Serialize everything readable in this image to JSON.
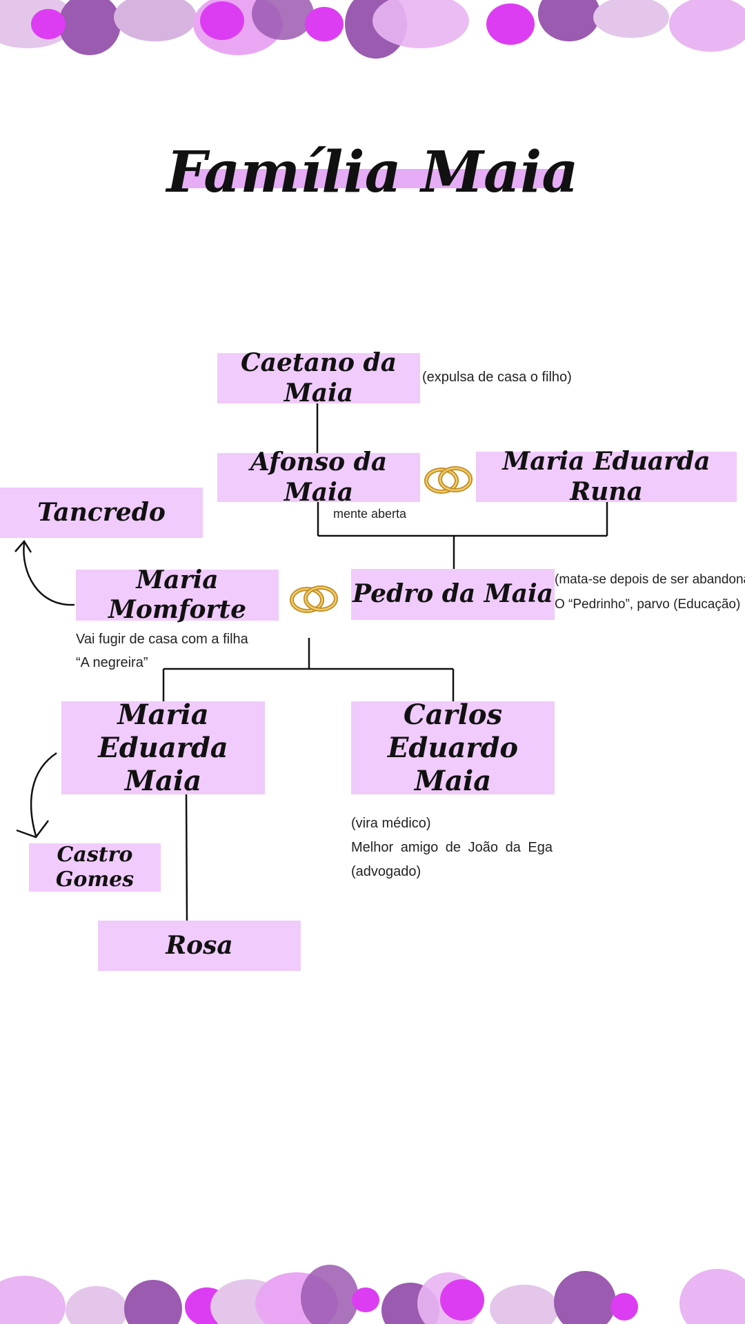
{
  "title": "Família Maia",
  "colors": {
    "box": "#f0cbfb",
    "title_highlight": "#e6acf5",
    "accent_dark": "#9b5bb0",
    "accent_bright": "#dd3df2"
  },
  "people": {
    "caetano": "Caetano da Maia",
    "afonso": "Afonso da Maia",
    "maria_eduarda_runa": "Maria Eduarda Runa",
    "tancredo": "Tancredo",
    "maria_momforte": "Maria Momforte",
    "pedro": "Pedro da Maia",
    "maria_eduarda_maia": "Maria Eduarda Maia",
    "carlos_eduardo": "Carlos Eduardo Maia",
    "castro_gomes": "Castro Gomes",
    "rosa": "Rosa"
  },
  "notes": {
    "caetano": "(expulsa de casa o filho)",
    "afonso": "mente aberta",
    "pedro_line1": "(mata-se depois de ser abandonado)",
    "pedro_line2": "O “Pedrinho”, parvo (Educação)",
    "momforte_line1": "Vai fugir de casa com a filha",
    "momforte_line2": "“A negreira”",
    "carlos_line1": "(vira médico)",
    "carlos_line2": "Melhor amigo de João da Ega (advogado)"
  },
  "icons": {
    "marriage": "wedding-rings-icon",
    "arrow": "curved-arrow-icon"
  }
}
